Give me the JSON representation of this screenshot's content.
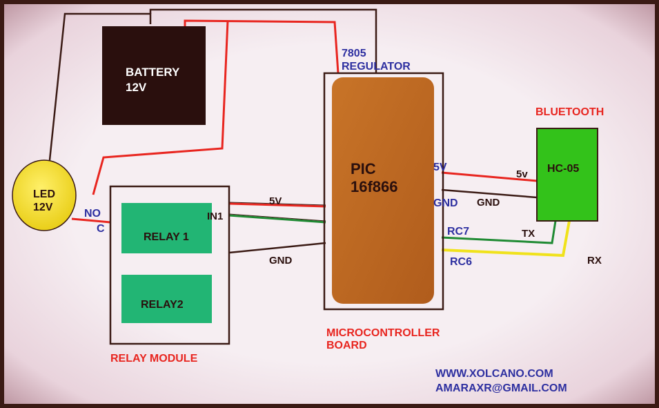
{
  "battery": {
    "line1": "BATTERY",
    "line2": "12V"
  },
  "led": {
    "line1": "LED",
    "line2": "12V"
  },
  "led_contacts": {
    "no": "NO",
    "c": "C"
  },
  "relay_module": {
    "label": "RELAY MODULE",
    "relay1": "RELAY 1",
    "relay2": "RELAY2",
    "in1": "IN1"
  },
  "relay_wires": {
    "five_v": "5V",
    "gnd": "GND"
  },
  "regulator": {
    "line1": "7805",
    "line2": "REGULATOR"
  },
  "pic": {
    "line1": "PIC",
    "line2": "16f866"
  },
  "mcu_pins": {
    "five_v": "5V",
    "gnd": "GND",
    "rc7": "RC7",
    "rc6": "RC6"
  },
  "mcu_board": {
    "line1": "MICROCONTROLLER",
    "line2": "BOARD"
  },
  "bluetooth": {
    "title": "BLUETOOTH",
    "module": "HC-05",
    "five_v": "5v",
    "gnd": "GND",
    "tx": "TX",
    "rx": "RX"
  },
  "credits": {
    "website": "WWW.XOLCANO.COM",
    "email": "AMARAXR@GMAIL.COM"
  },
  "colors": {
    "background": "#f2e7ec",
    "frame": "#3a1a14",
    "battery": "#2a0f0d",
    "led": "#f5dd1a",
    "relay": "#22b574",
    "pic_body": "#c06a22",
    "hc05": "#33c21a",
    "red_label": "#e8251f",
    "blue_label": "#2d2fa0",
    "wire_red": "#e8251f",
    "wire_dark": "#3a1a14",
    "wire_green": "#1f8a33",
    "wire_yellow": "#f0e21c"
  }
}
